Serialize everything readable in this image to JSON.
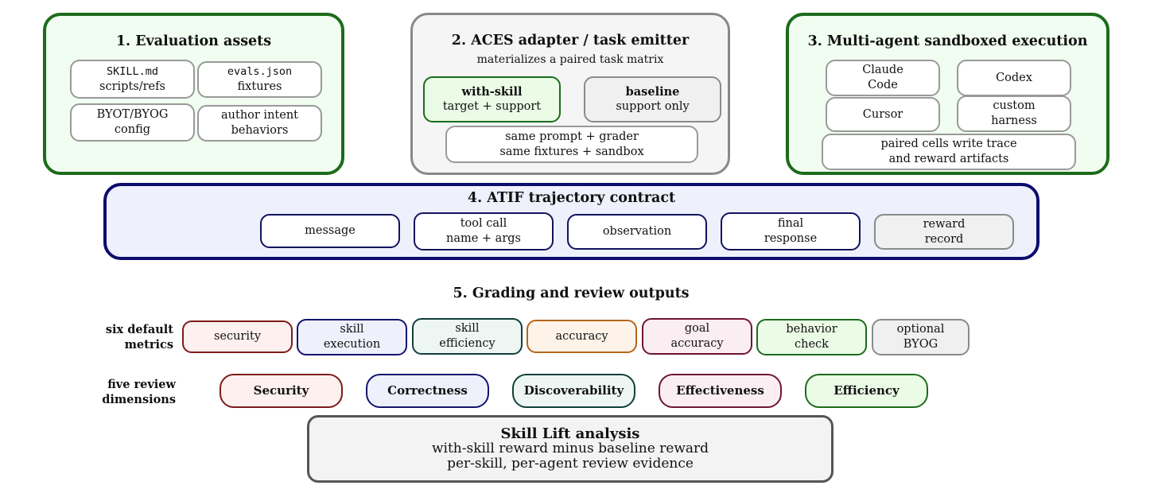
{
  "section1": {
    "title": "1. Evaluation assets",
    "boxes": [
      {
        "line1": "SKILL.md",
        "line2": "scripts/refs"
      },
      {
        "line1": "evals.json",
        "line2": "fixtures"
      },
      {
        "line1": "BYOT/BYOG",
        "line2": "config"
      },
      {
        "line1": "author intent",
        "line2": "behaviors"
      }
    ]
  },
  "section2": {
    "title": "2. ACES adapter / task emitter",
    "subtitle": "materializes a paired task matrix",
    "with_skill": {
      "title": "with-skill",
      "desc": "target + support"
    },
    "baseline": {
      "title": "baseline",
      "desc": "support only"
    },
    "shared": {
      "line1": "same prompt + grader",
      "line2": "same fixtures + sandbox"
    }
  },
  "section3": {
    "title": "3. Multi-agent sandboxed execution",
    "agents": [
      {
        "line1": "Claude",
        "line2": "Code"
      },
      {
        "line1": "Codex",
        "line2": ""
      },
      {
        "line1": "Cursor",
        "line2": ""
      },
      {
        "line1": "custom",
        "line2": "harness"
      }
    ],
    "paired": {
      "line1": "paired cells write trace",
      "line2": "and reward artifacts"
    }
  },
  "section4": {
    "title": "4. ATIF trajectory contract",
    "items": [
      {
        "line1": "message",
        "line2": ""
      },
      {
        "line1": "tool call",
        "line2": "name + args"
      },
      {
        "line1": "observation",
        "line2": ""
      },
      {
        "line1": "final",
        "line2": "response"
      },
      {
        "line1": "reward",
        "line2": "record"
      }
    ]
  },
  "section5": {
    "title": "5. Grading and review outputs",
    "metrics_label": {
      "line1": "six default",
      "line2": "metrics"
    },
    "metrics": [
      {
        "line1": "security",
        "line2": ""
      },
      {
        "line1": "skill",
        "line2": "execution"
      },
      {
        "line1": "skill",
        "line2": "efficiency"
      },
      {
        "line1": "accuracy",
        "line2": ""
      },
      {
        "line1": "goal",
        "line2": "accuracy"
      },
      {
        "line1": "behavior",
        "line2": "check"
      },
      {
        "line1": "optional",
        "line2": "BYOG"
      }
    ],
    "review_label": {
      "line1": "five review",
      "line2": "dimensions"
    },
    "dimensions": [
      "Security",
      "Correctness",
      "Discoverability",
      "Effectiveness",
      "Efficiency"
    ]
  },
  "skill_lift": {
    "title": "Skill Lift analysis",
    "line1": "with-skill reward minus baseline reward",
    "line2": "per-skill, per-agent review evidence"
  },
  "colors": {
    "green": "#1c6b1c",
    "navy": "#0d0d6e",
    "gray": "#888888",
    "red": "#7d1a1a",
    "teal": "#10403a",
    "orange": "#b5651d",
    "maroon": "#6e1534"
  }
}
